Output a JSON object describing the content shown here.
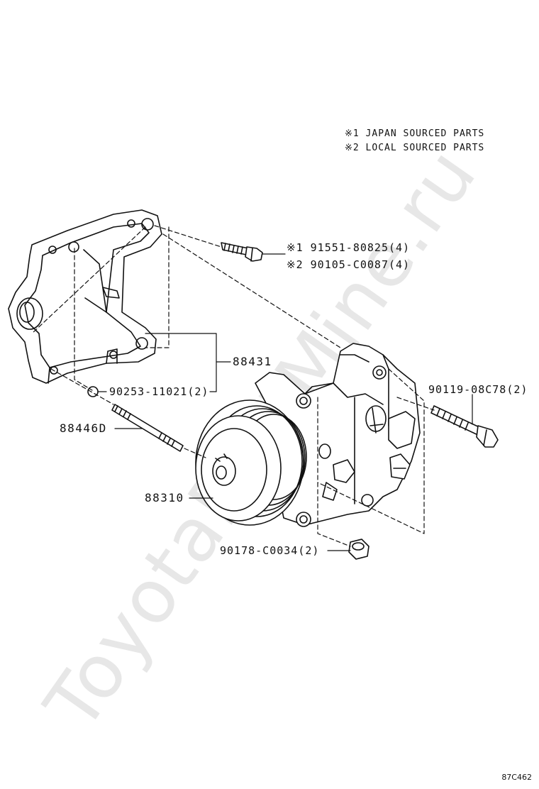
{
  "watermark": "ToyotaPartMine.ru",
  "notes": [
    "※1 JAPAN SOURCED PARTS",
    "※2 LOCAL SOURCED PARTS"
  ],
  "parts": {
    "bolt_japan": "※1  91551-80825(4)",
    "bolt_local": "※2  90105-C0087(4)",
    "bracket": "88431",
    "bracket_nut": "90253-11021(2)",
    "stud": "88446D",
    "compressor": "88310",
    "side_bolt": "90119-08C78(2)",
    "nut": "90178-C0034(2)"
  },
  "figure_id": "87C462"
}
